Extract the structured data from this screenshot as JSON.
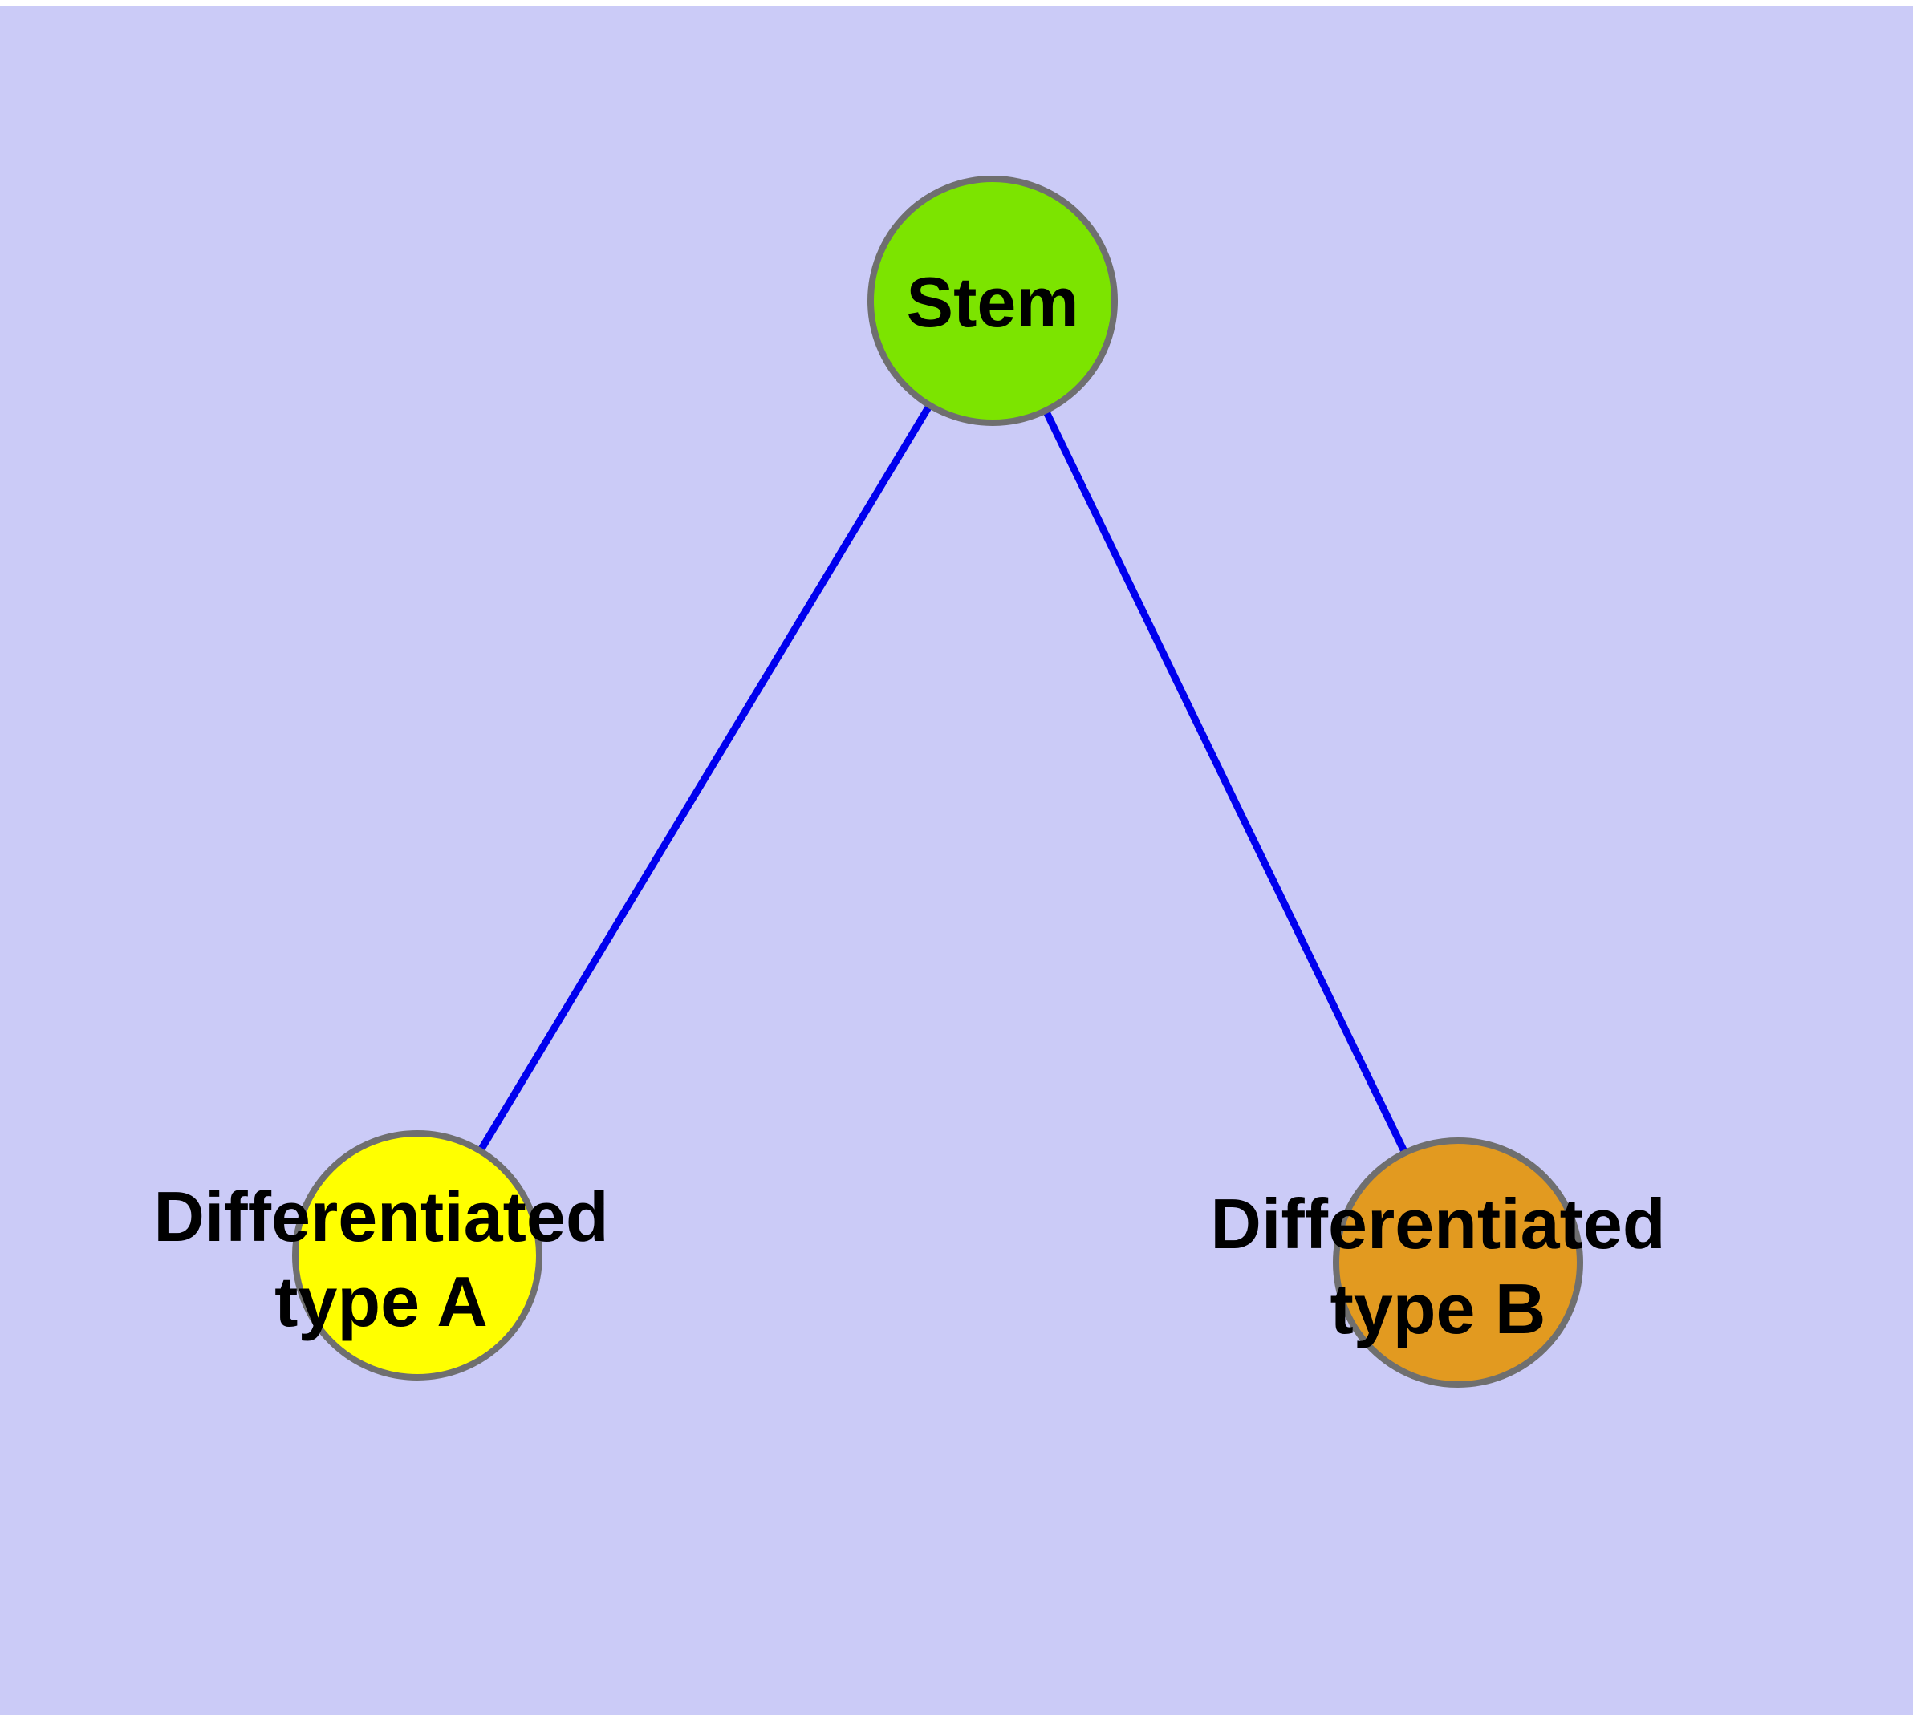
{
  "figure": {
    "background_color": "#cbcbf7",
    "top_border_color": "#ffffff",
    "edge_color": "#0000ee",
    "node_border_color": "#6f6f6f",
    "text_color": "#000000",
    "nodes": {
      "stem": {
        "label": "Stem",
        "fill": "#7ce400"
      },
      "type_a": {
        "label_line1": "Differentiated",
        "label_line2": "type A",
        "fill": "#ffff00"
      },
      "type_b": {
        "label_line1": "Differentiated",
        "label_line2": "type B",
        "fill": "#e29a20"
      }
    },
    "edges": [
      {
        "from": "Stem",
        "to": "Differentiated type A"
      },
      {
        "from": "Stem",
        "to": "Differentiated type B"
      }
    ]
  }
}
